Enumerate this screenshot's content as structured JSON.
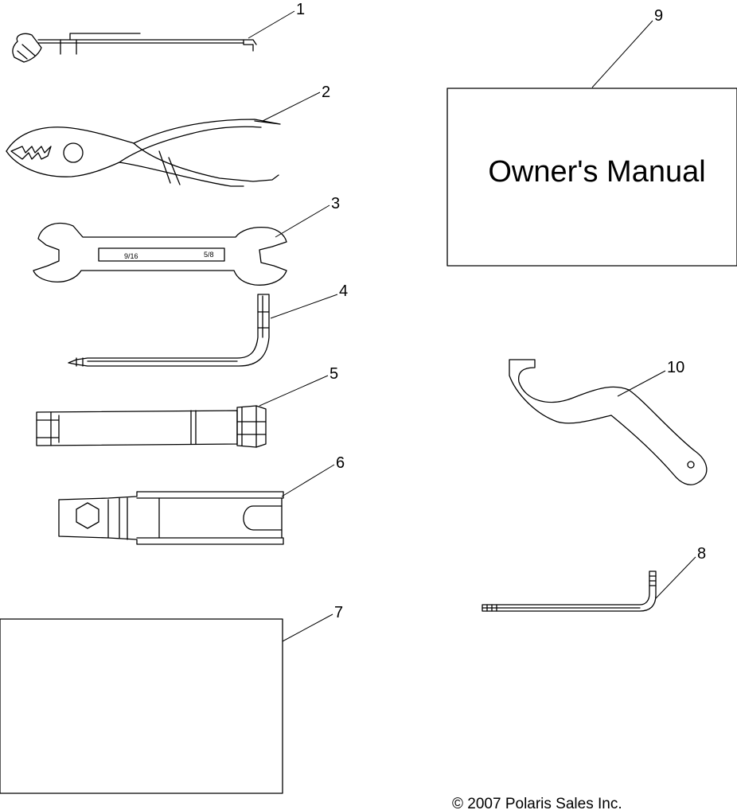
{
  "callouts": {
    "c1": "1",
    "c2": "2",
    "c3": "3",
    "c4": "4",
    "c5": "5",
    "c6": "6",
    "c7": "7",
    "c8": "8",
    "c9": "9",
    "c10": "10"
  },
  "wrench_sizes": {
    "left": "9/16",
    "right": "5/8"
  },
  "manual_title": "Owner's Manual",
  "copyright": "© 2007 Polaris Sales Inc."
}
